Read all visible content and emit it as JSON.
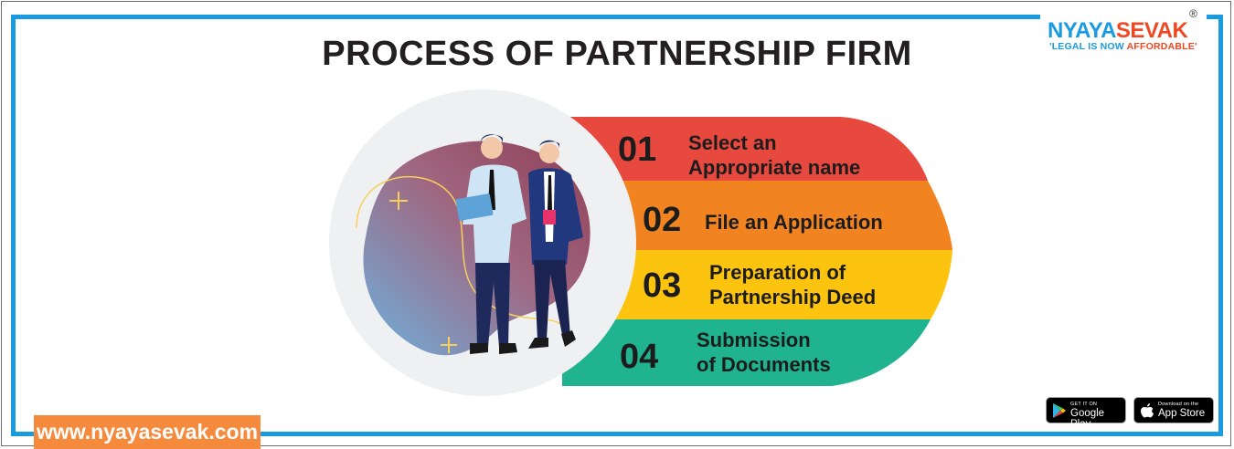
{
  "title": "PROCESS OF PARTNERSHIP FIRM",
  "logo": {
    "part1": "NYAYA",
    "part2": "SEVAK",
    "registered": "®",
    "tagline_part1": "'LEGAL IS NOW ",
    "tagline_part2": "AFFORDABLE'"
  },
  "steps": [
    {
      "number": "01",
      "line1": "Select an",
      "line2": "Appropriate name",
      "color": "#e8493f"
    },
    {
      "number": "02",
      "line1": "File an Application",
      "line2": "",
      "color": "#f18421"
    },
    {
      "number": "03",
      "line1": "Preparation of",
      "line2": "Partnership Deed",
      "color": "#fcc30f"
    },
    {
      "number": "04",
      "line1": "Submission",
      "line2": "of Documents",
      "color": "#20b38f"
    }
  ],
  "website": "www.nyayasevak.com",
  "badges": {
    "google": {
      "small": "GET IT ON",
      "big": "Google Play",
      "icon": "google-play-icon"
    },
    "apple": {
      "small": "Download on the",
      "big": "App Store",
      "icon": "apple-icon"
    }
  },
  "colors": {
    "frame_blue": "#1a9be0",
    "brand_orange": "#ef4823",
    "website_bg": "#f58a3c"
  }
}
